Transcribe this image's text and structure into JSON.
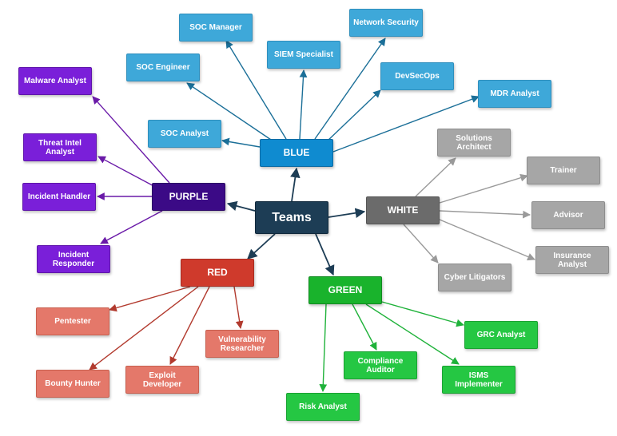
{
  "center": {
    "label": "Teams",
    "color": "#1d3d55"
  },
  "teams": {
    "blue": {
      "label": "BLUE",
      "color": "#0f8bd0"
    },
    "purple": {
      "label": "PURPLE",
      "color": "#3b0a86"
    },
    "white": {
      "label": "WHITE",
      "color": "#6b6b6b"
    },
    "red": {
      "label": "RED",
      "color": "#cf3a2c"
    },
    "green": {
      "label": "GREEN",
      "color": "#19b32c"
    }
  },
  "roles": {
    "blue": [
      "SOC Manager",
      "Network Security",
      "SIEM Specialist",
      "SOC Engineer",
      "DevSecOps",
      "MDR Analyst",
      "SOC Analyst"
    ],
    "purple": [
      "Malware Analyst",
      "Threat Intel Analyst",
      "Incident Handler",
      "Incident Responder"
    ],
    "white": [
      "Solutions Architect",
      "Trainer",
      "Advisor",
      "Insurance Analyst",
      "Cyber Litigators"
    ],
    "red": [
      "Pentester",
      "Vulnerability Researcher",
      "Exploit Developer",
      "Bounty Hunter"
    ],
    "green": [
      "GRC Analyst",
      "Compliance Auditor",
      "ISMS Implementer",
      "Risk Analyst"
    ]
  },
  "edge_colors": {
    "center": "#1d3d55",
    "blue": "#1b6f98",
    "purple": "#6a1aa8",
    "white": "#9a9a9a",
    "red": "#b23a2e",
    "green": "#1fb23a"
  }
}
